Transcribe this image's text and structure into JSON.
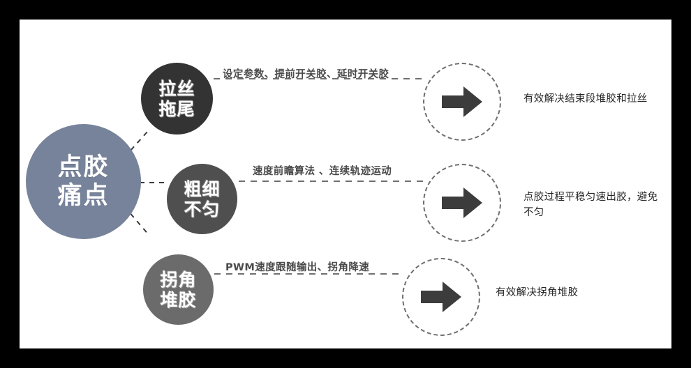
{
  "diagram": {
    "title": "点胶痛点解决方案图",
    "colors": {
      "background": "#000000",
      "canvas": "#ffffff",
      "hub": "#77839a",
      "node_1": "#333333",
      "node_2": "#4f4f4f",
      "node_3": "#6b6b6b",
      "arrow": "#3c3c3c",
      "dash": "#6f6f6f",
      "caption_text": "#4a4a4a",
      "result_text": "#262626"
    },
    "hub": {
      "line1": "点胶",
      "line2": "痛点"
    },
    "rows": [
      {
        "node_line1": "拉丝",
        "node_line2": "拖尾",
        "caption": "设定参数、提前开关胶、延时开关胶",
        "arrow_icon": "right-arrow-icon",
        "result": "有效解决结束段堆胶和拉丝"
      },
      {
        "node_line1": "粗细",
        "node_line2": "不匀",
        "caption": "速度前瞻算法 、连续轨迹运动",
        "arrow_icon": "right-arrow-icon",
        "result": "点胶过程平稳匀速出胶，避免不匀"
      },
      {
        "node_line1": "拐角",
        "node_line2": "堆胶",
        "caption": "PWM速度跟随输出、拐角降速",
        "arrow_icon": "right-arrow-icon",
        "result": "有效解决拐角堆胶"
      }
    ]
  }
}
